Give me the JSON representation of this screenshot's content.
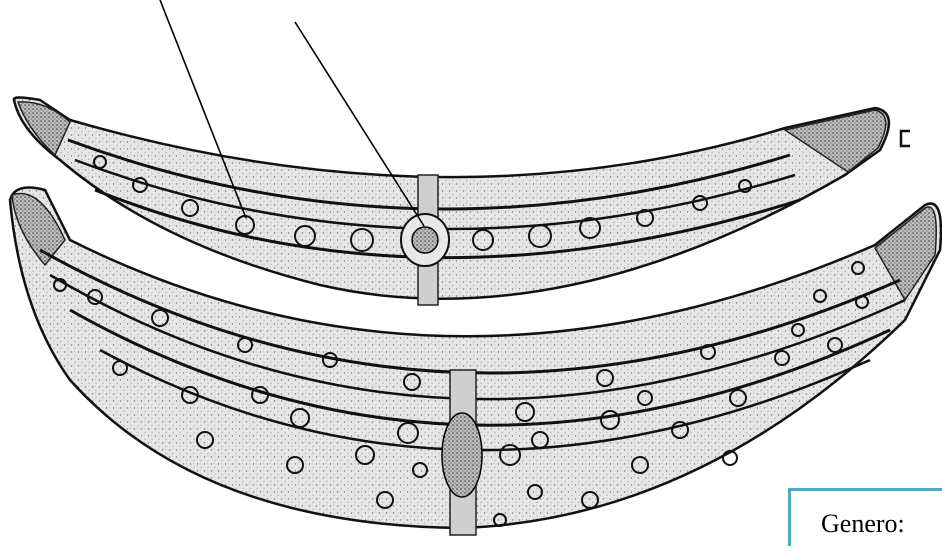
{
  "figure": {
    "description_visible_text": [
      "Genero:"
    ],
    "label_box": {
      "text": "Genero:"
    },
    "colors": {
      "outline": "#111111",
      "cytoplasm": "#d9d9d9",
      "box_border": "#4bacc6"
    },
    "icons": [
      "pointer-line-left",
      "pointer-line-right",
      "small-bracket-mark"
    ]
  }
}
